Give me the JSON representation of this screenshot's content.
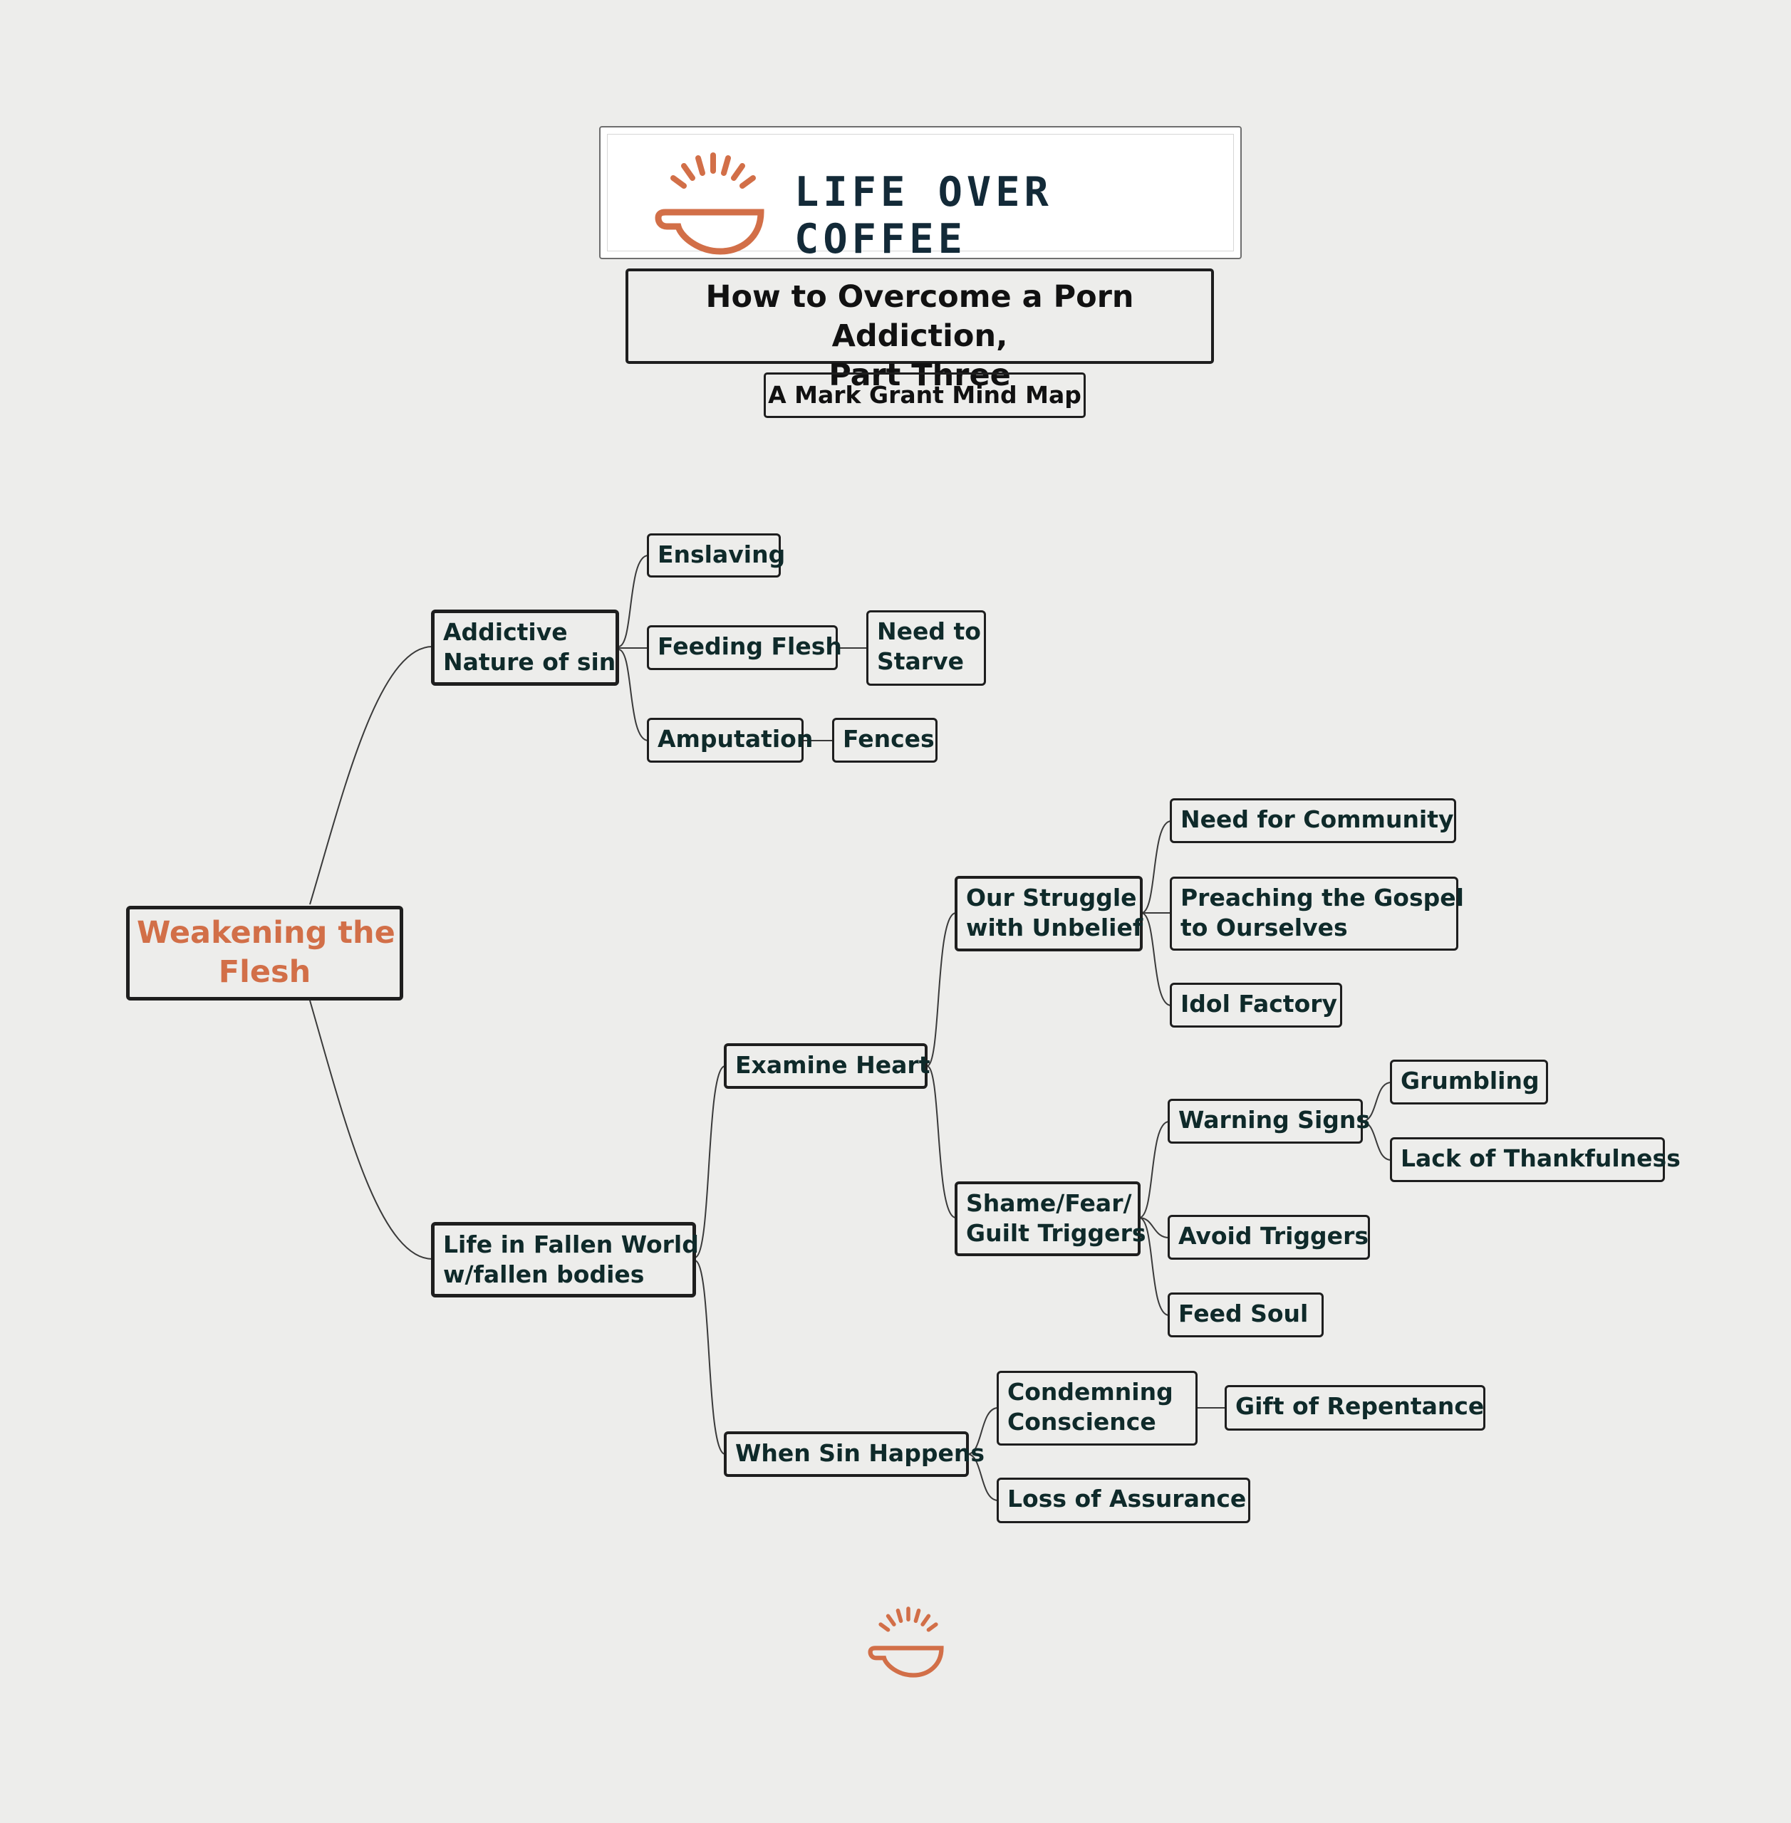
{
  "brand": {
    "logo_text": "LIFE OVER COFFEE",
    "accent_color": "#d26f48",
    "text_color": "#132a38",
    "logo_icon": "coffee-cup-sunrise-icon"
  },
  "header": {
    "title_line1": "How to Overcome a Porn Addiction,",
    "title_line2": "Part Three",
    "subtitle": "A Mark Grant Mind Map"
  },
  "mindmap": {
    "root": {
      "line1": "Weakening the",
      "line2": "Flesh"
    },
    "addictive": {
      "line1": "Addictive",
      "line2": "Nature of sin",
      "enslaving": "Enslaving",
      "feeding_flesh": "Feeding Flesh",
      "need_to_starve": {
        "line1": "Need to",
        "line2": "Starve"
      },
      "amputation": "Amputation",
      "fences": "Fences"
    },
    "fallen_world": {
      "line1": "Life in Fallen World",
      "line2": "w/fallen bodies",
      "examine_heart": "Examine Heart",
      "struggle": {
        "line1": "Our Struggle",
        "line2": "with Unbelief",
        "community": "Need for Community",
        "gospel": {
          "line1": "Preaching the Gospel",
          "line2": "to Ourselves"
        },
        "idol_factory": "Idol Factory"
      },
      "shame": {
        "line1": "Shame/Fear/",
        "line2": "Guilt Triggers",
        "warning_signs": "Warning Signs",
        "grumbling": "Grumbling",
        "thankfulness": "Lack of Thankfulness",
        "avoid_triggers": "Avoid Triggers",
        "feed_soul": "Feed Soul"
      },
      "sin_happens": "When Sin Happens",
      "conscience": {
        "line1": "Condemning",
        "line2": "Conscience"
      },
      "repentance": "Gift of Repentance",
      "assurance": "Loss of Assurance"
    }
  }
}
